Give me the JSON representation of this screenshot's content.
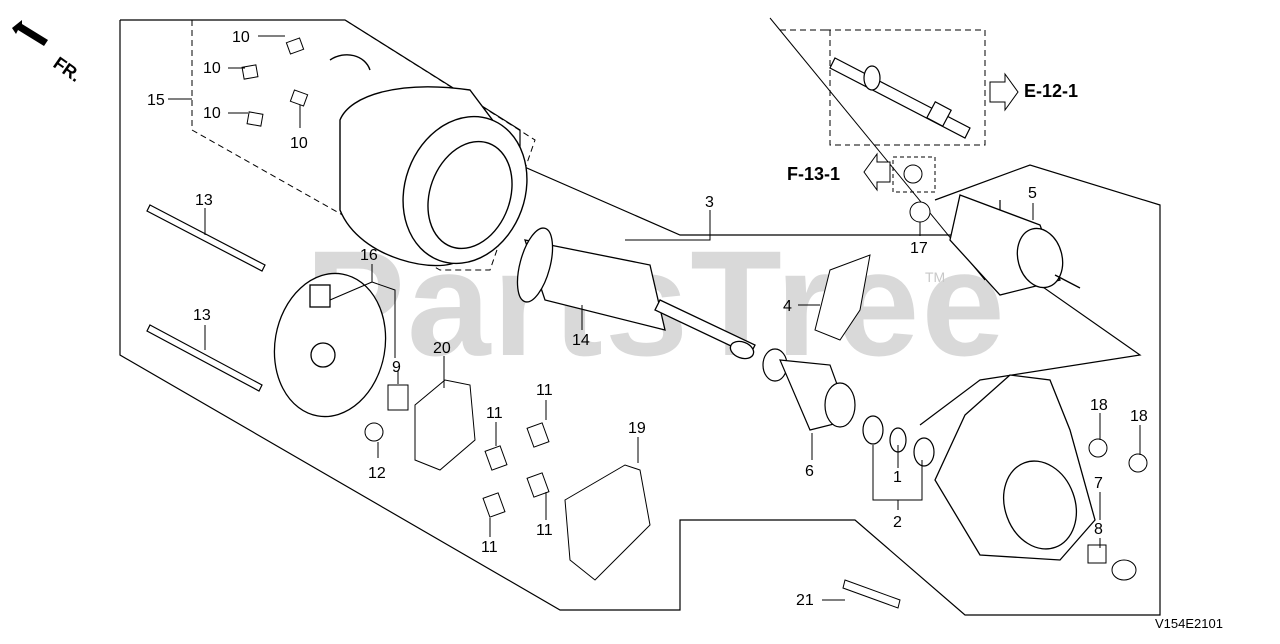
{
  "watermark": {
    "text": "PartsTree",
    "tm": "TM"
  },
  "direction": {
    "label": "FR."
  },
  "drawing_code": "V154E2101",
  "references": [
    {
      "id": "ref-e12",
      "text": "E-12-1"
    },
    {
      "id": "ref-f13",
      "text": "F-13-1"
    }
  ],
  "callouts": [
    {
      "id": "c10a",
      "text": "10"
    },
    {
      "id": "c10b",
      "text": "10"
    },
    {
      "id": "c10c",
      "text": "10"
    },
    {
      "id": "c10d",
      "text": "10"
    },
    {
      "id": "c15",
      "text": "15"
    },
    {
      "id": "c13a",
      "text": "13"
    },
    {
      "id": "c13b",
      "text": "13"
    },
    {
      "id": "c16",
      "text": "16"
    },
    {
      "id": "c9",
      "text": "9"
    },
    {
      "id": "c12",
      "text": "12"
    },
    {
      "id": "c20",
      "text": "20"
    },
    {
      "id": "c11a",
      "text": "11"
    },
    {
      "id": "c11b",
      "text": "11"
    },
    {
      "id": "c11c",
      "text": "11"
    },
    {
      "id": "c11d",
      "text": "11"
    },
    {
      "id": "c19",
      "text": "19"
    },
    {
      "id": "c3",
      "text": "3"
    },
    {
      "id": "c14",
      "text": "14"
    },
    {
      "id": "c4",
      "text": "4"
    },
    {
      "id": "c6",
      "text": "6"
    },
    {
      "id": "c1",
      "text": "1"
    },
    {
      "id": "c2",
      "text": "2"
    },
    {
      "id": "c5",
      "text": "5"
    },
    {
      "id": "c17",
      "text": "17"
    },
    {
      "id": "c18a",
      "text": "18"
    },
    {
      "id": "c18b",
      "text": "18"
    },
    {
      "id": "c7",
      "text": "7"
    },
    {
      "id": "c8",
      "text": "8"
    },
    {
      "id": "c21",
      "text": "21"
    }
  ]
}
